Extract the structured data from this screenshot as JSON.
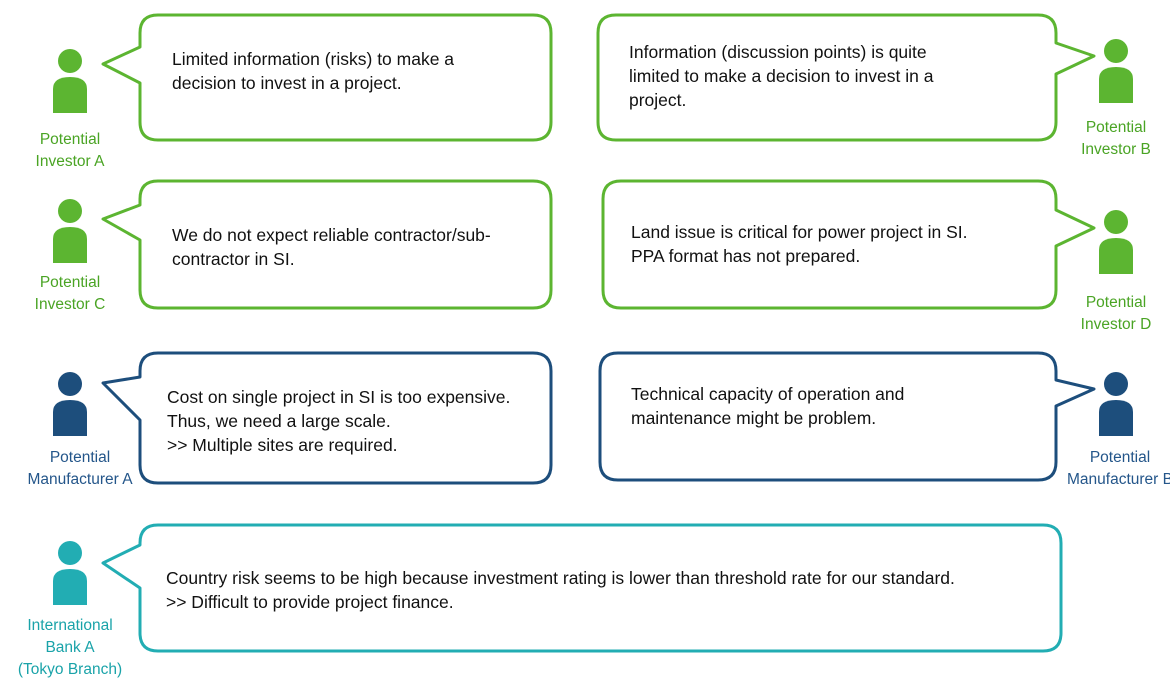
{
  "colors": {
    "green": "#5cb531",
    "navy": "#1d4e7c",
    "teal": "#22adb3",
    "green_label": "#4aa424",
    "navy_label": "#24568a",
    "teal_label": "#1aa3a9"
  },
  "statements": [
    {
      "speaker": "Potential\nInvestor A",
      "text": "Limited information (risks) to make a\ndecision to invest in a project.",
      "color": "green"
    },
    {
      "speaker": "Potential\nInvestor B",
      "text": "Information (discussion points) is quite\nlimited to make a decision to invest in a\nproject.",
      "color": "green"
    },
    {
      "speaker": "Potential\nInvestor C",
      "text": "We do not expect reliable contractor/sub-\ncontractor in SI.",
      "color": "green"
    },
    {
      "speaker": "Potential\nInvestor D",
      "text": "Land issue is critical for power project in SI.\nPPA format has not prepared.",
      "color": "green"
    },
    {
      "speaker": "Potential\nManufacturer A",
      "text": "Cost on single project in SI is too expensive.\nThus, we need a large scale.\n>> Multiple sites are required.",
      "color": "navy"
    },
    {
      "speaker": "Potential\nManufacturer B",
      "text": "Technical capacity of operation and\nmaintenance might be problem.",
      "color": "navy"
    },
    {
      "speaker": "International\nBank A\n(Tokyo Branch)",
      "text": "Country risk seems to be high because investment rating is lower than threshold rate for our standard.\n>> Difficult to provide project finance.",
      "color": "teal"
    }
  ]
}
